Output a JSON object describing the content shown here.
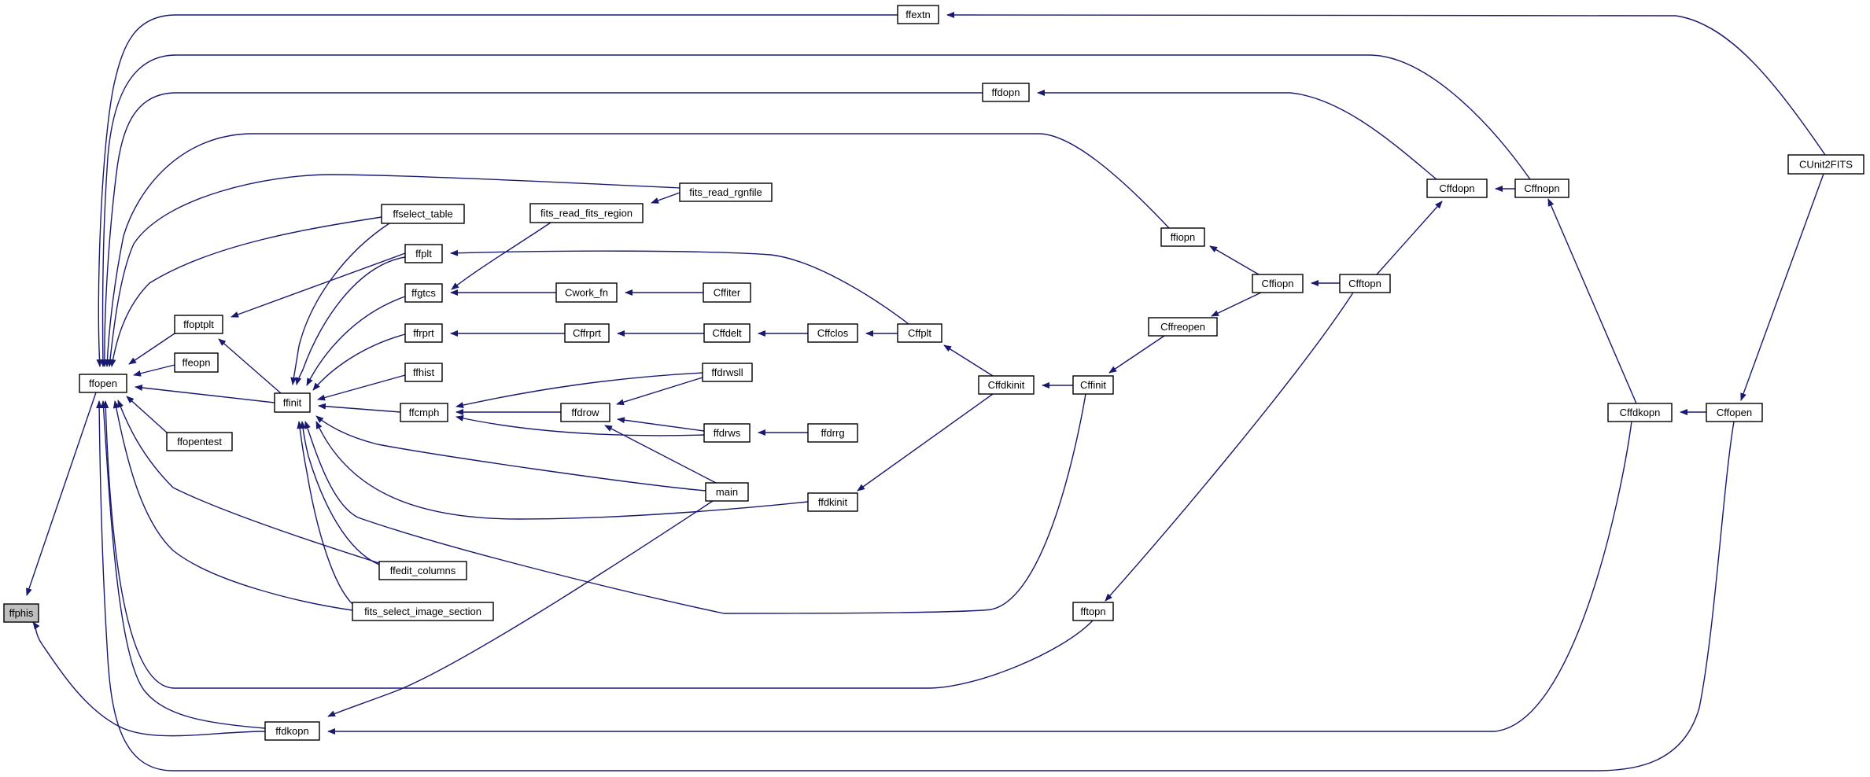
{
  "diagram": {
    "type": "call-graph",
    "edge_color": "#191970",
    "highlight_fill": "#bfbfbf",
    "nodes": [
      {
        "id": "ffphis",
        "label": "ffphis",
        "highlight": true
      },
      {
        "id": "ffopen",
        "label": "ffopen"
      },
      {
        "id": "ffoptplt",
        "label": "ffoptplt"
      },
      {
        "id": "ffeopn",
        "label": "ffeopn"
      },
      {
        "id": "ffopentest",
        "label": "ffopentest"
      },
      {
        "id": "ffinit",
        "label": "ffinit"
      },
      {
        "id": "ffdkopn",
        "label": "ffdkopn"
      },
      {
        "id": "ffselect_table",
        "label": "ffselect_table"
      },
      {
        "id": "ffplt",
        "label": "ffplt"
      },
      {
        "id": "ffgtcs",
        "label": "ffgtcs"
      },
      {
        "id": "ffrprt",
        "label": "ffrprt"
      },
      {
        "id": "ffhist",
        "label": "ffhist"
      },
      {
        "id": "ffcmph",
        "label": "ffcmph"
      },
      {
        "id": "ffedit_columns",
        "label": "ffedit_columns"
      },
      {
        "id": "fits_select_image_section",
        "label": "fits_select_image_section"
      },
      {
        "id": "fits_read_fits_region",
        "label": "fits_read_fits_region"
      },
      {
        "id": "fits_read_rgnfile",
        "label": "fits_read_rgnfile"
      },
      {
        "id": "Cwork_fn",
        "label": "Cwork_fn"
      },
      {
        "id": "Cffiter",
        "label": "Cffiter"
      },
      {
        "id": "Cffrprt",
        "label": "Cffrprt"
      },
      {
        "id": "Cffdelt",
        "label": "Cffdelt"
      },
      {
        "id": "Cffclos",
        "label": "Cffclos"
      },
      {
        "id": "Cffplt",
        "label": "Cffplt"
      },
      {
        "id": "ffdrow",
        "label": "ffdrow"
      },
      {
        "id": "ffdrwsll",
        "label": "ffdrwsll"
      },
      {
        "id": "ffdrws",
        "label": "ffdrws"
      },
      {
        "id": "ffdrrg",
        "label": "ffdrrg"
      },
      {
        "id": "main",
        "label": "main"
      },
      {
        "id": "ffdkinit",
        "label": "ffdkinit"
      },
      {
        "id": "ffextn",
        "label": "ffextn"
      },
      {
        "id": "ffdopn",
        "label": "ffdopn"
      },
      {
        "id": "ffiopn",
        "label": "ffiopn"
      },
      {
        "id": "Cffdkinit",
        "label": "Cffdkinit"
      },
      {
        "id": "Cffinit",
        "label": "Cffinit"
      },
      {
        "id": "Cffreopen",
        "label": "Cffreopen"
      },
      {
        "id": "Cffiopn",
        "label": "Cffiopn"
      },
      {
        "id": "Cfftopn",
        "label": "Cfftopn"
      },
      {
        "id": "Cffdopn",
        "label": "Cffdopn"
      },
      {
        "id": "Cffnopn",
        "label": "Cffnopn"
      },
      {
        "id": "fftopn",
        "label": "fftopn"
      },
      {
        "id": "Cffdkopn",
        "label": "Cffdkopn"
      },
      {
        "id": "Cffopen",
        "label": "Cffopen"
      },
      {
        "id": "CUnit2FITS",
        "label": "CUnit2FITS"
      }
    ],
    "edges": [
      {
        "from": "ffopen",
        "to": "ffphis"
      },
      {
        "from": "ffdkopn",
        "to": "ffphis"
      },
      {
        "from": "ffextn",
        "to": "ffopen"
      },
      {
        "from": "Cffnopn",
        "to": "ffopen"
      },
      {
        "from": "ffdopn",
        "to": "ffopen"
      },
      {
        "from": "ffiopn",
        "to": "ffopen"
      },
      {
        "from": "fits_read_rgnfile",
        "to": "ffopen"
      },
      {
        "from": "ffselect_table",
        "to": "ffopen"
      },
      {
        "from": "ffoptplt",
        "to": "ffopen"
      },
      {
        "from": "ffeopn",
        "to": "ffopen"
      },
      {
        "from": "ffinit",
        "to": "ffopen"
      },
      {
        "from": "ffopentest",
        "to": "ffopen"
      },
      {
        "from": "ffedit_columns",
        "to": "ffopen"
      },
      {
        "from": "fits_select_image_section",
        "to": "ffopen"
      },
      {
        "from": "fftopn",
        "to": "ffopen"
      },
      {
        "from": "ffdkopn",
        "to": "ffopen"
      },
      {
        "from": "Cffopen",
        "to": "ffopen"
      },
      {
        "from": "ffplt",
        "to": "ffoptplt"
      },
      {
        "from": "ffinit",
        "to": "ffoptplt"
      },
      {
        "from": "ffselect_table",
        "to": "ffinit"
      },
      {
        "from": "ffplt",
        "to": "ffinit"
      },
      {
        "from": "ffgtcs",
        "to": "ffinit"
      },
      {
        "from": "ffrprt",
        "to": "ffinit"
      },
      {
        "from": "ffhist",
        "to": "ffinit"
      },
      {
        "from": "ffcmph",
        "to": "ffinit"
      },
      {
        "from": "main",
        "to": "ffinit"
      },
      {
        "from": "ffdkinit",
        "to": "ffinit"
      },
      {
        "from": "Cffinit",
        "to": "ffinit"
      },
      {
        "from": "ffedit_columns",
        "to": "ffinit"
      },
      {
        "from": "fits_select_image_section",
        "to": "ffinit"
      },
      {
        "from": "Cffplt",
        "to": "ffplt"
      },
      {
        "from": "fits_read_fits_region",
        "to": "ffgtcs"
      },
      {
        "from": "Cwork_fn",
        "to": "ffgtcs"
      },
      {
        "from": "fits_read_rgnfile",
        "to": "fits_read_fits_region"
      },
      {
        "from": "Cffiter",
        "to": "Cwork_fn"
      },
      {
        "from": "Cffrprt",
        "to": "ffrprt"
      },
      {
        "from": "Cffdelt",
        "to": "Cffrprt"
      },
      {
        "from": "Cffclos",
        "to": "Cffdelt"
      },
      {
        "from": "Cffplt",
        "to": "Cffclos"
      },
      {
        "from": "Cffdkinit",
        "to": "Cffplt"
      },
      {
        "from": "ffdrwsll",
        "to": "ffcmph"
      },
      {
        "from": "ffdrow",
        "to": "ffcmph"
      },
      {
        "from": "ffdrws",
        "to": "ffcmph"
      },
      {
        "from": "ffdrwsll",
        "to": "ffdrow"
      },
      {
        "from": "ffdrws",
        "to": "ffdrow"
      },
      {
        "from": "main",
        "to": "ffdrow"
      },
      {
        "from": "ffdrrg",
        "to": "ffdrws"
      },
      {
        "from": "main",
        "to": "ffdkopn"
      },
      {
        "from": "Cffdkinit",
        "to": "ffdkinit"
      },
      {
        "from": "Cffinit",
        "to": "Cffdkinit"
      },
      {
        "from": "Cffreopen",
        "to": "Cffinit"
      },
      {
        "from": "Cffiopn",
        "to": "Cffreopen"
      },
      {
        "from": "Cffiopn",
        "to": "ffiopn"
      },
      {
        "from": "Cfftopn",
        "to": "Cffiopn"
      },
      {
        "from": "Cffdopn",
        "to": "ffdopn"
      },
      {
        "from": "Cfftopn",
        "to": "Cffdopn"
      },
      {
        "from": "Cffnopn",
        "to": "Cffdopn"
      },
      {
        "from": "Cfftopn",
        "to": "fftopn"
      },
      {
        "from": "Cffdkopn",
        "to": "Cffnopn"
      },
      {
        "from": "Cffdkopn",
        "to": "ffdkopn"
      },
      {
        "from": "Cffopen",
        "to": "Cffdkopn"
      },
      {
        "from": "CUnit2FITS",
        "to": "ffextn"
      },
      {
        "from": "CUnit2FITS",
        "to": "Cffopen"
      }
    ]
  }
}
